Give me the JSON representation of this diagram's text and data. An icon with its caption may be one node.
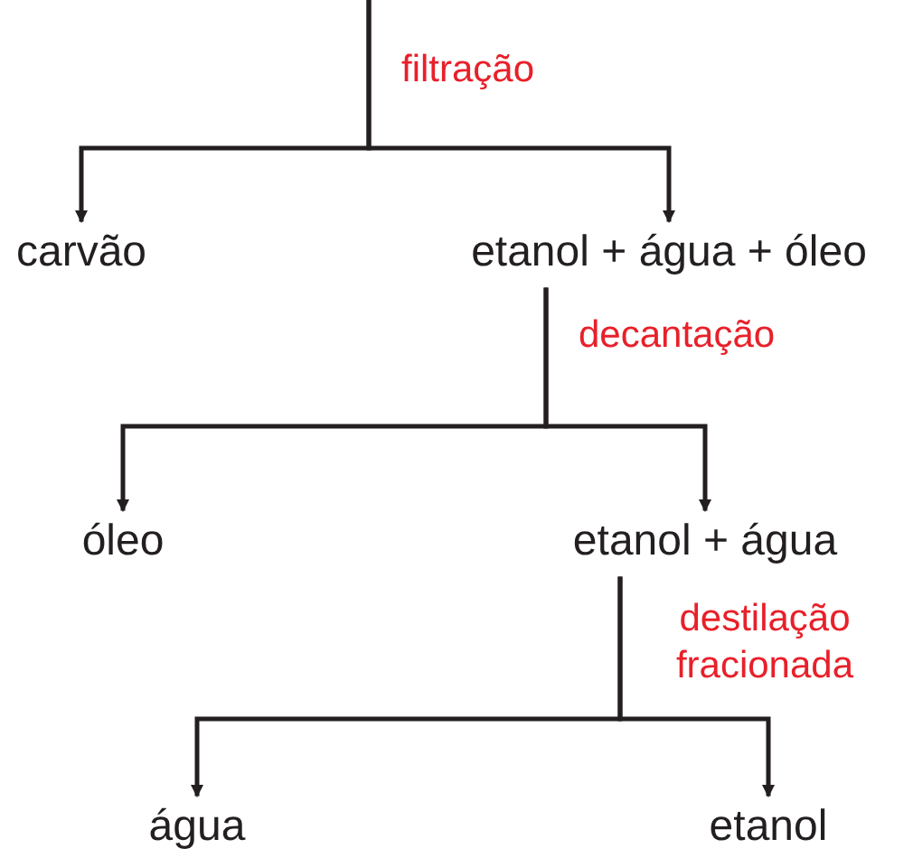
{
  "diagram": {
    "nodes": [
      {
        "text": [
          "carvão"
        ]
      },
      {
        "text": [
          "etanol + água + óleo"
        ]
      },
      {
        "text": [
          "óleo"
        ]
      },
      {
        "text": [
          "etanol + água"
        ]
      },
      {
        "text": [
          "água"
        ]
      },
      {
        "text": [
          "etanol"
        ]
      }
    ],
    "edges": [
      {
        "from": null,
        "to": 0,
        "arrow": "to",
        "label": "filtração"
      },
      {
        "from": null,
        "to": 1,
        "arrow": "to"
      },
      {
        "from": 1,
        "to": 2,
        "arrow": "to",
        "label": "decantação"
      },
      {
        "from": 1,
        "to": 3,
        "arrow": "to"
      },
      {
        "from": 3,
        "to": 4,
        "arrow": "to",
        "label": "destilação fracionada"
      },
      {
        "from": 3,
        "to": 5,
        "arrow": "to"
      }
    ]
  }
}
